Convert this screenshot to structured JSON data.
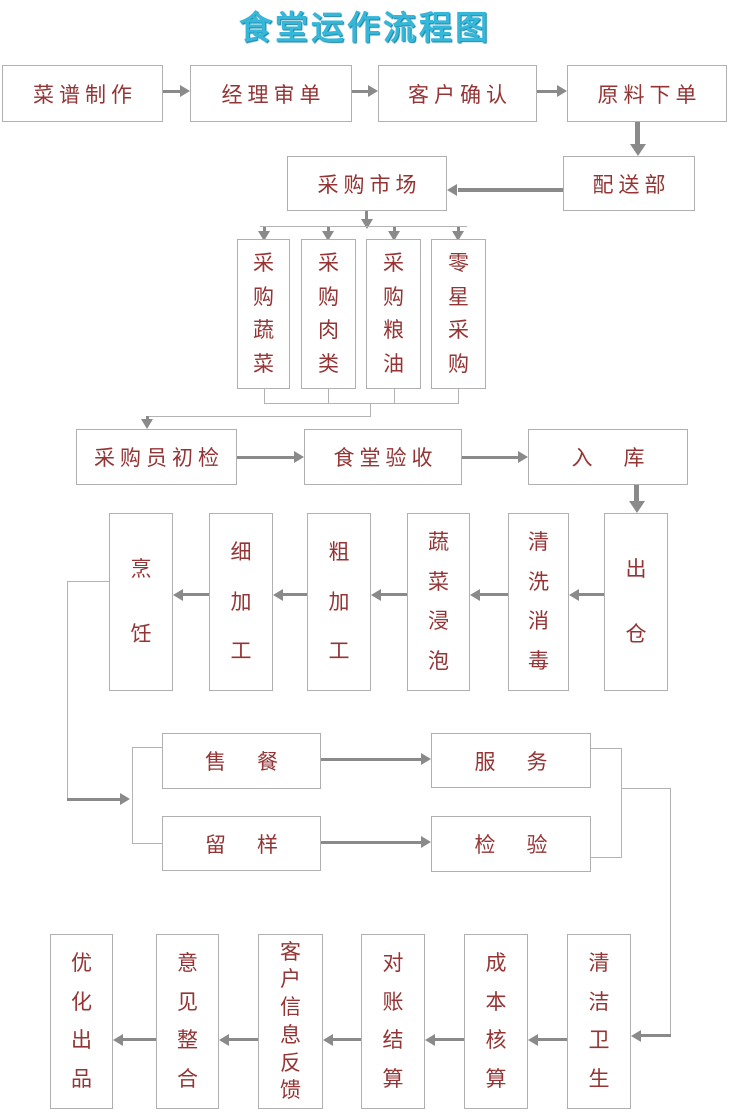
{
  "title": "食堂运作流程图",
  "colors": {
    "title_text": "#35b7da",
    "box_text": "#943434",
    "box_border": "#b0b0b0",
    "arrow": "#8a8a8a",
    "connector_line": "#b3b3b3",
    "background": "#ffffff"
  },
  "nodes": {
    "menu_creation": "菜谱制作",
    "manager_review": "经理审单",
    "customer_confirm": "客户确认",
    "ingredient_order": "原料下单",
    "delivery_dept": "配送部",
    "purchase_market": "采购市场",
    "buy_vegetables": "采购蔬菜",
    "buy_meat": "采购肉类",
    "buy_grain_oil": "采购粮油",
    "sporadic_purchase": "零星采购",
    "buyer_initial_check": "采购员初检",
    "canteen_acceptance": "食堂验收",
    "warehouse_in": "入　库",
    "cooking": "烹饪",
    "fine_processing": "细加工",
    "rough_processing": "粗加工",
    "vegetable_soaking": "蔬菜浸泡",
    "wash_disinfect": "清洗消毒",
    "warehouse_out": "出仓",
    "meal_sale": "售　餐",
    "service": "服　务",
    "sample_retention": "留　样",
    "inspection": "检　验",
    "cleaning": "清洁卫生",
    "cost_accounting": "成本核算",
    "reconciliation": "对账结算",
    "customer_feedback": "客户信息反馈",
    "opinion_integration": "意见整合",
    "optimize_output": "优化出品"
  }
}
